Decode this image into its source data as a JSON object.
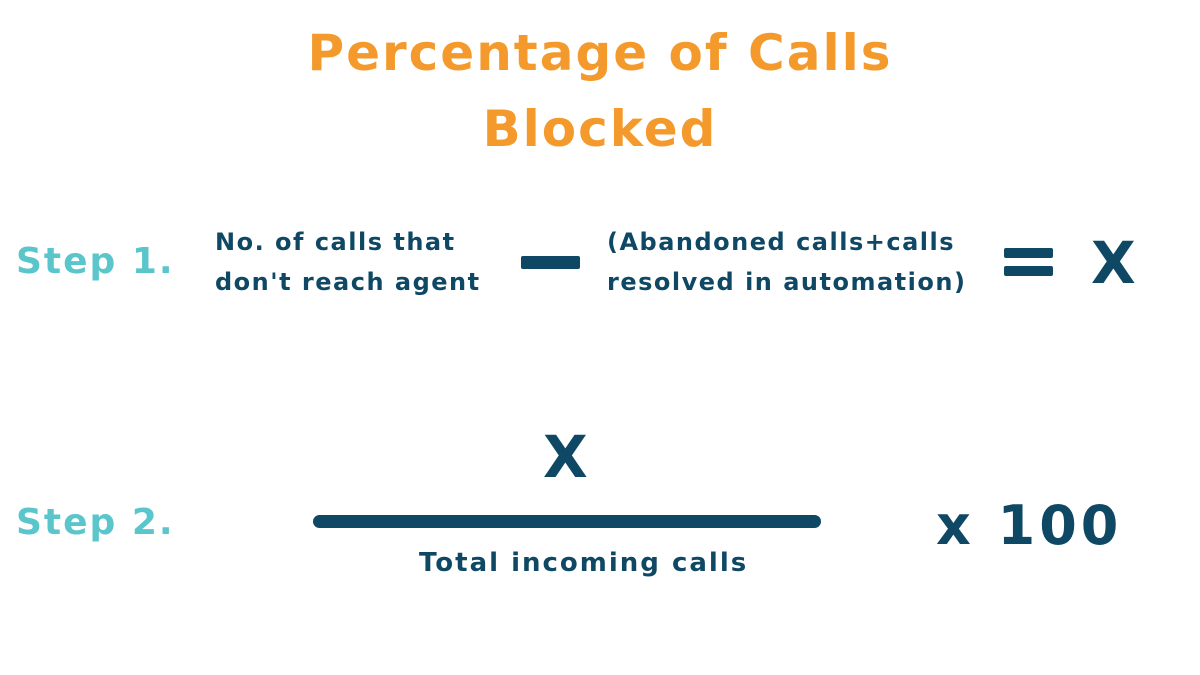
{
  "title": {
    "line1": "Percentage of Calls",
    "line2": "Blocked"
  },
  "step1": {
    "label": "Step 1.",
    "term_a": [
      "No. of calls that",
      "don't reach agent"
    ],
    "term_b": [
      "(Abandoned calls+calls",
      "resolved in automation)"
    ],
    "result": "X"
  },
  "step2": {
    "label": "Step 2.",
    "numerator": "X",
    "denominator": "Total incoming calls",
    "multiplier": "x 100"
  },
  "colors": {
    "title": "#f49a2c",
    "step_label": "#5ac6cc",
    "body": "#0f4864",
    "background": "#ffffff"
  }
}
